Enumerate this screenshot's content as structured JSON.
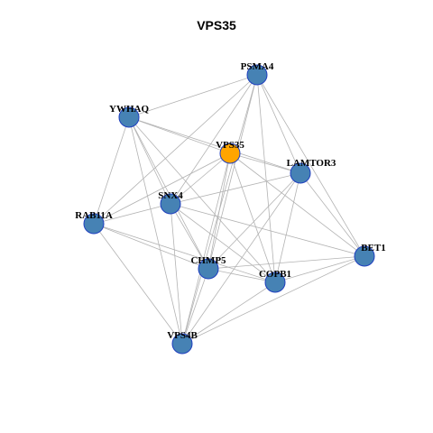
{
  "title": "VPS35",
  "colors": {
    "node": "#4682B4",
    "highlight": "#FFA500",
    "stroke": "#1f3fbf",
    "edge": "#b3b3b3"
  },
  "nodes": [
    {
      "id": "VPS35",
      "label": "VPS35",
      "highlight": true
    },
    {
      "id": "PSMA4",
      "label": "PSMA4"
    },
    {
      "id": "YWHAQ",
      "label": "YWHAQ"
    },
    {
      "id": "LAMTOR3",
      "label": "LAMTOR3"
    },
    {
      "id": "SNX4",
      "label": "SNX4"
    },
    {
      "id": "RAB11A",
      "label": "RAB11A"
    },
    {
      "id": "BET1",
      "label": "BET1"
    },
    {
      "id": "CHMP5",
      "label": "CHMP5"
    },
    {
      "id": "COPB1",
      "label": "COPB1"
    },
    {
      "id": "VPS4B",
      "label": "VPS4B"
    }
  ],
  "edges": [
    [
      "PSMA4",
      "YWHAQ"
    ],
    [
      "PSMA4",
      "RAB11A"
    ],
    [
      "PSMA4",
      "SNX4"
    ],
    [
      "PSMA4",
      "LAMTOR3"
    ],
    [
      "PSMA4",
      "BET1"
    ],
    [
      "PSMA4",
      "CHMP5"
    ],
    [
      "PSMA4",
      "COPB1"
    ],
    [
      "PSMA4",
      "VPS4B"
    ],
    [
      "YWHAQ",
      "VPS35"
    ],
    [
      "YWHAQ",
      "LAMTOR3"
    ],
    [
      "YWHAQ",
      "RAB11A"
    ],
    [
      "YWHAQ",
      "SNX4"
    ],
    [
      "YWHAQ",
      "CHMP5"
    ],
    [
      "YWHAQ",
      "COPB1"
    ],
    [
      "YWHAQ",
      "VPS4B"
    ],
    [
      "VPS35",
      "SNX4"
    ],
    [
      "VPS35",
      "LAMTOR3"
    ],
    [
      "VPS35",
      "RAB11A"
    ],
    [
      "VPS35",
      "CHMP5"
    ],
    [
      "VPS35",
      "COPB1"
    ],
    [
      "VPS35",
      "VPS4B"
    ],
    [
      "VPS35",
      "BET1"
    ],
    [
      "LAMTOR3",
      "SNX4"
    ],
    [
      "LAMTOR3",
      "CHMP5"
    ],
    [
      "LAMTOR3",
      "COPB1"
    ],
    [
      "LAMTOR3",
      "BET1"
    ],
    [
      "LAMTOR3",
      "VPS4B"
    ],
    [
      "SNX4",
      "RAB11A"
    ],
    [
      "SNX4",
      "CHMP5"
    ],
    [
      "SNX4",
      "COPB1"
    ],
    [
      "SNX4",
      "BET1"
    ],
    [
      "SNX4",
      "VPS4B"
    ],
    [
      "RAB11A",
      "CHMP5"
    ],
    [
      "RAB11A",
      "COPB1"
    ],
    [
      "RAB11A",
      "VPS4B"
    ],
    [
      "CHMP5",
      "BET1"
    ],
    [
      "CHMP5",
      "COPB1"
    ],
    [
      "CHMP5",
      "VPS4B"
    ],
    [
      "COPB1",
      "BET1"
    ],
    [
      "COPB1",
      "VPS4B"
    ],
    [
      "BET1",
      "VPS4B"
    ]
  ]
}
